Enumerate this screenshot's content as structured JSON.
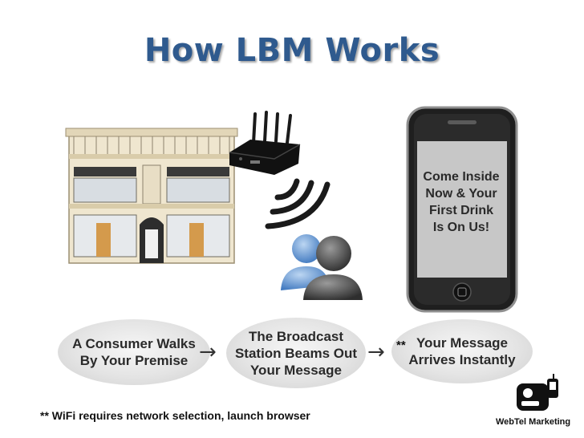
{
  "title": "How LBM Works",
  "steps": [
    {
      "text": "A Consumer Walks\nBy Your Premise"
    },
    {
      "text": "The Broadcast\nStation Beams Out\nYour Message"
    },
    {
      "text": "Your Message\nArrives Instantly"
    }
  ],
  "arrow_glyph": "→",
  "step3_marker": "**",
  "phone_message": "Come Inside\nNow & Your\nFirst Drink\nIs On Us!",
  "footnote": "** WiFi requires network selection, launch browser",
  "brand": "WebTel Marketing",
  "icons": [
    "storefront-icon",
    "wifi-router-icon",
    "wifi-signal-icon",
    "users-icon",
    "smartphone-icon",
    "webtel-logo-icon"
  ],
  "colors": {
    "title": "#2f5a8e",
    "oval": "#e4e4e4",
    "phone_screen": "#c7c7c7",
    "text": "#2a2a2a"
  }
}
